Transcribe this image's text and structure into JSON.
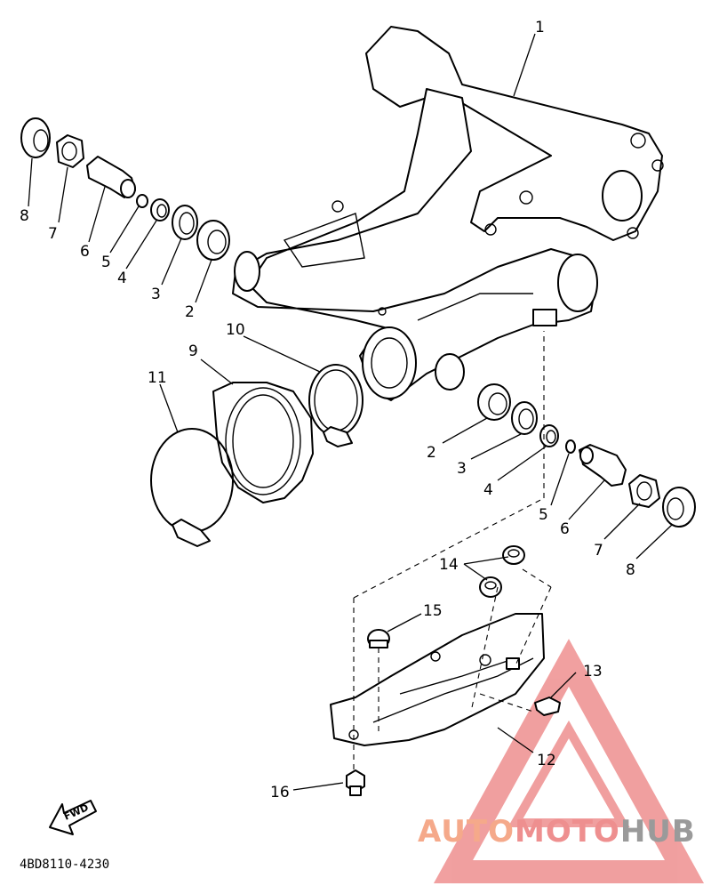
{
  "diagram": {
    "part_numbers": [
      "1",
      "2",
      "3",
      "4",
      "5",
      "6",
      "7",
      "8",
      "9",
      "10",
      "11",
      "12",
      "13",
      "14",
      "15",
      "16"
    ],
    "labels": {
      "p1": "1",
      "left": {
        "p8": "8",
        "p7": "7",
        "p6": "6",
        "p5": "5",
        "p4": "4",
        "p3": "3",
        "p2": "2"
      },
      "right": {
        "p2": "2",
        "p3": "3",
        "p4": "4",
        "p5": "5",
        "p6": "6",
        "p7": "7",
        "p8": "8"
      },
      "p9": "9",
      "p10": "10",
      "p11": "11",
      "p12": "12",
      "p13": "13",
      "p14": "14",
      "p15": "15",
      "p16": "16"
    },
    "fwd_label": "FWD",
    "drawing_code": "4BD8110-4230"
  },
  "watermark": {
    "text_part1": "AUTO",
    "text_part2": "MOTO",
    "text_part3": "HUB",
    "color_orange": "#f5a98a",
    "color_red": "#ee8f8f",
    "color_gray": "#9a9a9a"
  }
}
